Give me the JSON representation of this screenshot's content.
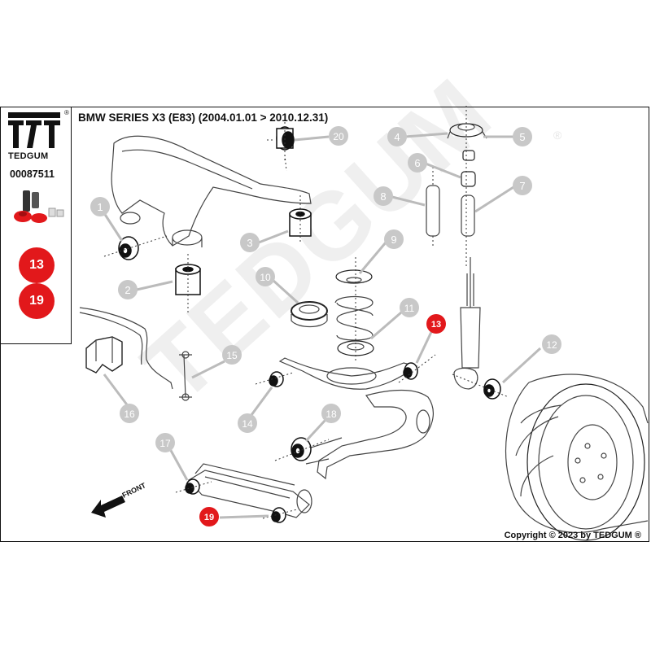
{
  "header": {
    "title": "BMW SERIES X3 (E83)  (2004.01.01 > 2010.12.31)",
    "brand": "TEDGUM",
    "reg_mark": "®",
    "product_code": "00087511"
  },
  "highlighted_positions": [
    "13",
    "19"
  ],
  "callouts": {
    "n1": "1",
    "n2": "2",
    "n3": "3",
    "n4": "4",
    "n5": "5",
    "n6": "6",
    "n7": "7",
    "n8": "8",
    "n9": "9",
    "n10": "10",
    "n11": "11",
    "n12": "12",
    "n13": "13",
    "n14": "14",
    "n15": "15",
    "n16": "16",
    "n17": "17",
    "n18": "18",
    "n19": "19",
    "n20": "20"
  },
  "front_label": "FRONT",
  "watermark": "TEDGUM",
  "watermark_reg": "®",
  "copyright": "Copyright © 2023 by TEDGUM ®",
  "colors": {
    "highlight": "#e2181b",
    "callout_gray": "#c8c8c8",
    "line": "#111111",
    "watermark": "#efefef"
  }
}
